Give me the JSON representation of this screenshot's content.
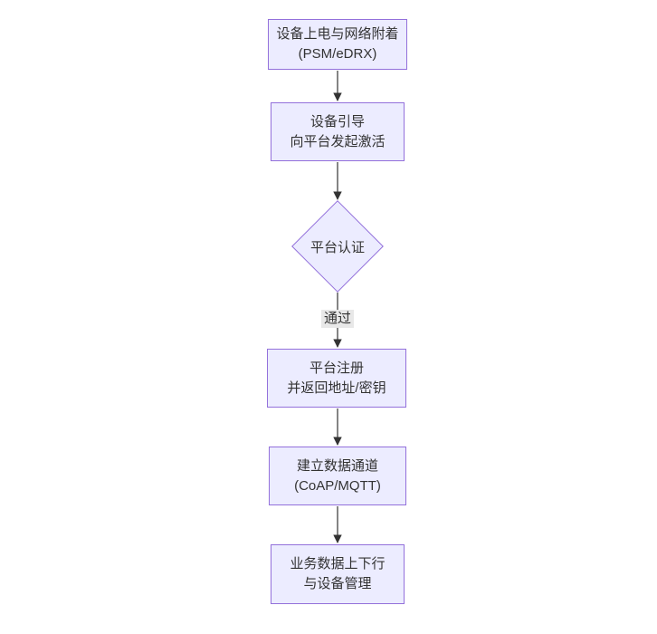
{
  "diagram": {
    "type": "flowchart",
    "direction": "top-down",
    "background": "#ffffff",
    "colors": {
      "node_fill": "#ECECFF",
      "node_border": "#9370DB",
      "edge_line": "#333333",
      "edge_label_bg": "#e8e8e8",
      "text": "#333333"
    },
    "nodes": [
      {
        "id": "power-attach",
        "shape": "rectangle",
        "lines": [
          "设备上电与网络附着",
          "(PSM/eDRX)"
        ]
      },
      {
        "id": "bootstrap",
        "shape": "rectangle",
        "lines": [
          "设备引导",
          "向平台发起激活"
        ]
      },
      {
        "id": "auth-decision",
        "shape": "diamond",
        "lines": [
          "平台认证"
        ]
      },
      {
        "id": "register",
        "shape": "rectangle",
        "lines": [
          "平台注册",
          "并返回地址/密钥"
        ]
      },
      {
        "id": "data-channel",
        "shape": "rectangle",
        "lines": [
          "建立数据通道",
          "(CoAP/MQTT)"
        ]
      },
      {
        "id": "business-data",
        "shape": "rectangle",
        "lines": [
          "业务数据上下行",
          "与设备管理"
        ]
      }
    ],
    "edges": [
      {
        "from": "power-attach",
        "to": "bootstrap",
        "label": ""
      },
      {
        "from": "bootstrap",
        "to": "auth-decision",
        "label": ""
      },
      {
        "from": "auth-decision",
        "to": "register",
        "label": "通过"
      },
      {
        "from": "register",
        "to": "data-channel",
        "label": ""
      },
      {
        "from": "data-channel",
        "to": "business-data",
        "label": ""
      }
    ]
  }
}
